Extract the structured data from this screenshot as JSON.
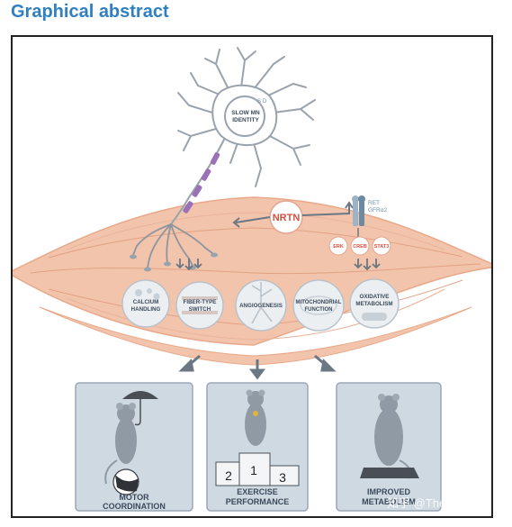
{
  "title": "Graphical abstract",
  "neuron": {
    "identity_label": "SLOW MN IDENTITY",
    "prefix_a": "S",
    "prefix_b": "D"
  },
  "center_factor": "NRTN",
  "receptors": {
    "ret": "RET",
    "gfr": "GFRα2"
  },
  "signaling": [
    "ERK",
    "CREB",
    "STAT3"
  ],
  "processes": [
    "CALCIUM HANDLING",
    "FIBER-TYPE SWITCH",
    "ANGIOGENESIS",
    "MITOCHONDRIAL FUNCTION",
    "OXIDATIVE METABOLISM"
  ],
  "outcomes": [
    {
      "label_line1": "MOTOR",
      "label_line2": "COORDINATION"
    },
    {
      "label_line1": "EXERCISE",
      "label_line2": "PERFORMANCE"
    },
    {
      "label_line1": "IMPROVED",
      "label_line2": "METABOLISM"
    }
  ],
  "podium_numbers": [
    "2",
    "1",
    "3"
  ],
  "watermark": "知乎 @TheMetabolist",
  "colors": {
    "title": "#2f7fc1",
    "muscle": "#f2c4ab",
    "muscle_stroke": "#e8a98a",
    "neuron": "#ffffff",
    "neuron_stroke": "#9aa3ad",
    "axon": "#9b72b8",
    "nrtn_text": "#d6503c",
    "panel_bg": "#cfd9e2",
    "mouse": "#8f9aa5"
  }
}
